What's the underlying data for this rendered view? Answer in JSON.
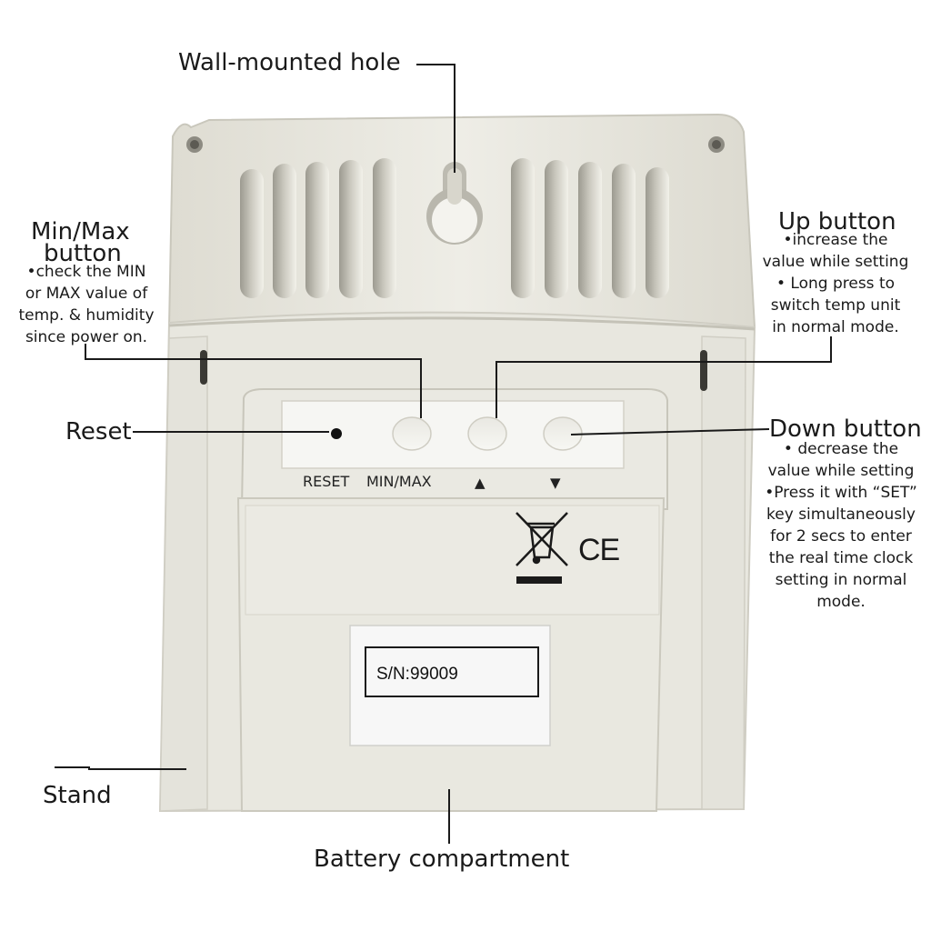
{
  "labels": {
    "wall_hole": "Wall-mounted hole",
    "minmax_title": "Min/Max",
    "minmax_title2": "button",
    "minmax_notes": [
      "•check the MIN",
      "or MAX value of",
      "temp. & humidity",
      "since power on."
    ],
    "up_title": "Up button",
    "up_notes": [
      "•increase the",
      "value while setting",
      "• Long press to",
      "switch temp unit",
      "in normal mode."
    ],
    "reset": "Reset",
    "down_title": "Down button",
    "down_notes": [
      "• decrease the",
      "value while setting",
      "•Press it with “SET”",
      "key simultaneously",
      "for 2 secs to enter",
      "the real time clock",
      "setting in normal",
      "mode."
    ],
    "stand": "Stand",
    "battery": "Battery compartment"
  },
  "device": {
    "panel_labels": {
      "reset": "RESET",
      "minmax": "MIN/MAX",
      "up": "▲",
      "down": "▼"
    },
    "serial": "S/N:99009",
    "ce_mark": "CE",
    "weee_icon": "crossed-bin-icon",
    "colors": {
      "body": "#ecebe3",
      "shadow": "#cfcdc3",
      "dark": "#1a1a1a",
      "label_bg": "#f7f7f7"
    }
  }
}
